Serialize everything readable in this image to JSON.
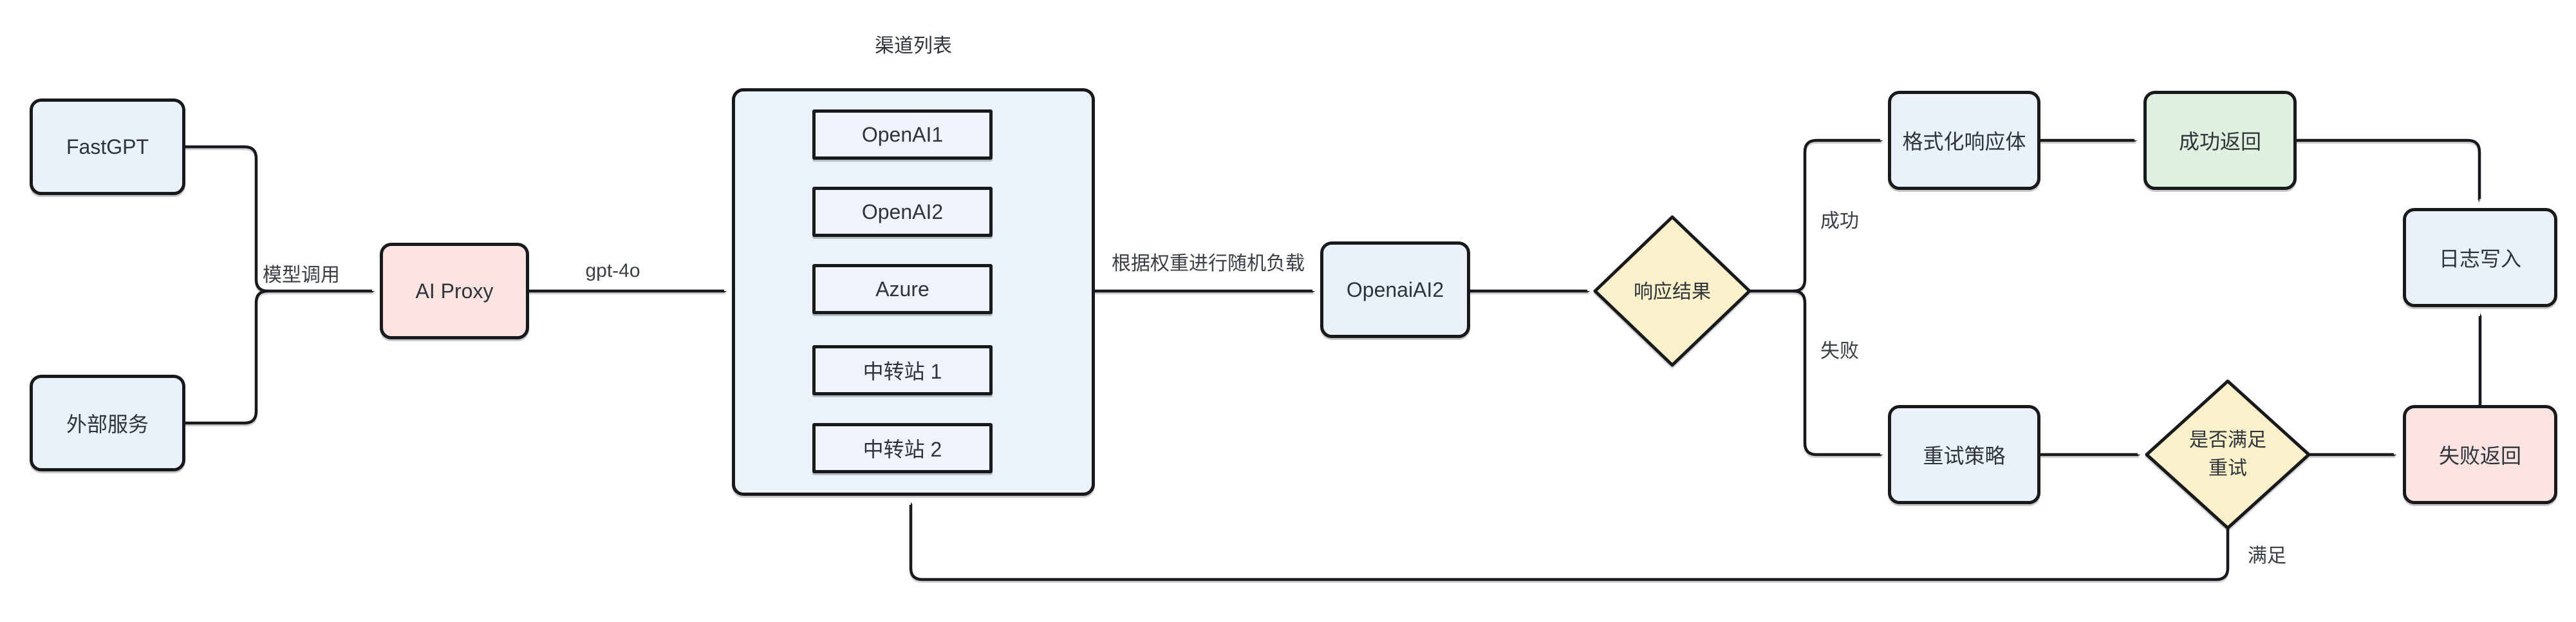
{
  "diagram": {
    "nodes": {
      "fastgpt": {
        "label": "FastGPT"
      },
      "external_service": {
        "label": "外部服务"
      },
      "ai_proxy": {
        "label": "AI Proxy"
      },
      "channel_list": {
        "title": "渠道列表",
        "items": [
          "OpenAI1",
          "OpenAI2",
          "Azure",
          "中转站 1",
          "中转站 2"
        ]
      },
      "selected_channel": {
        "label": "OpenaiAI2"
      },
      "response_result": {
        "label": "响应结果"
      },
      "format_response_body": {
        "label": "格式化响应体"
      },
      "success_return": {
        "label": "成功返回"
      },
      "log_write": {
        "label": "日志写入"
      },
      "retry_strategy": {
        "label": "重试策略"
      },
      "retry_check": {
        "line1": "是否满足",
        "line2": "重试"
      },
      "fail_return": {
        "label": "失败返回"
      }
    },
    "edge_labels": {
      "model_call": "模型调用",
      "model_name": "gpt-4o",
      "load_balance": "根据权重进行随机负载",
      "success": "成功",
      "fail": "失败",
      "satisfy": "满足"
    },
    "colors": {
      "node_blue": "#ebf1fa",
      "node_pink": "#fbe3e2",
      "node_green": "#dff0e0",
      "diamond_yellow": "#faf0c9",
      "border": "#17191c",
      "text": "#2f343a",
      "background": "#ffffff"
    }
  }
}
